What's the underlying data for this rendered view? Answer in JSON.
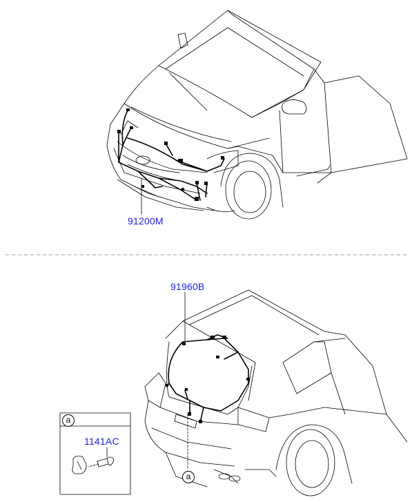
{
  "parts": {
    "front_harness": "91200M",
    "tailgate_harness": "91960B",
    "bolt": "1141AC"
  },
  "callouts": {
    "detail_ref": "a",
    "detail_box_ref": "a"
  },
  "colors": {
    "label": "#1a1aff",
    "line": "#000000",
    "separator": "#888888"
  }
}
